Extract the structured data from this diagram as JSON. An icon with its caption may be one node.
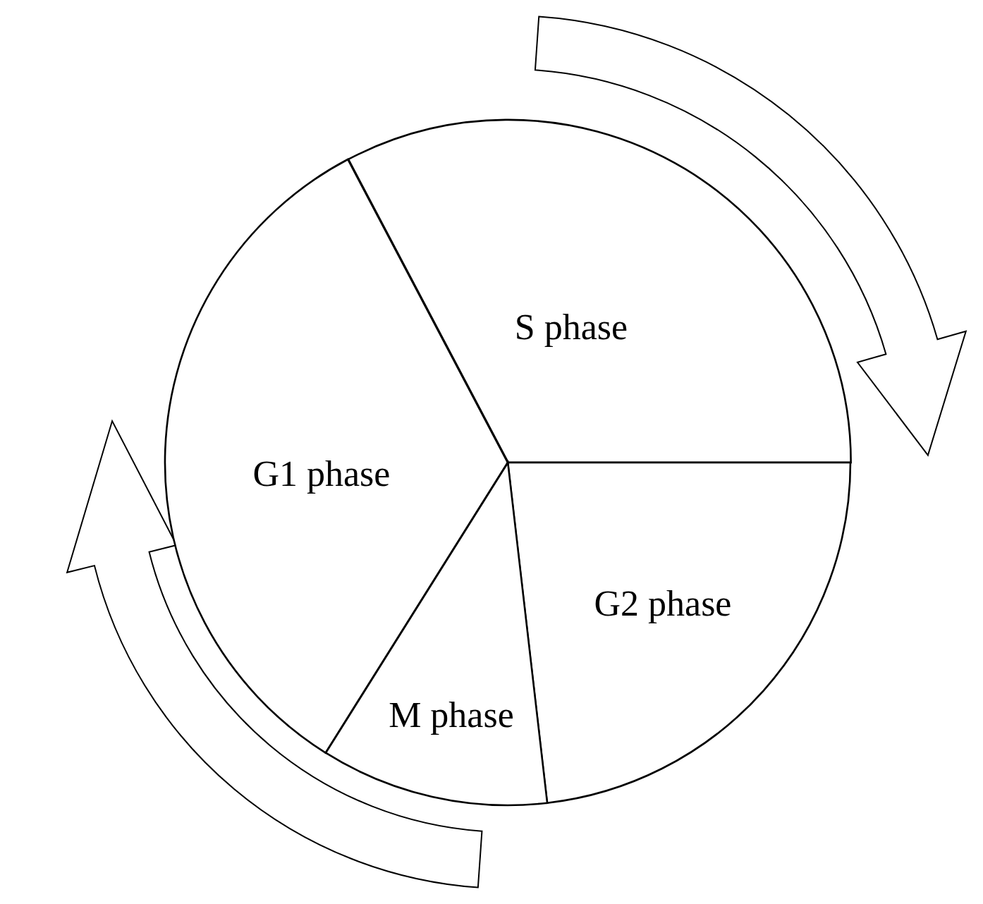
{
  "diagram": {
    "nodes": [
      {
        "text": [
          "S phase"
        ]
      },
      {
        "text": [
          "G1 phase"
        ]
      },
      {
        "text": [
          "G2 phase"
        ]
      },
      {
        "text": [
          "M phase"
        ]
      }
    ]
  }
}
